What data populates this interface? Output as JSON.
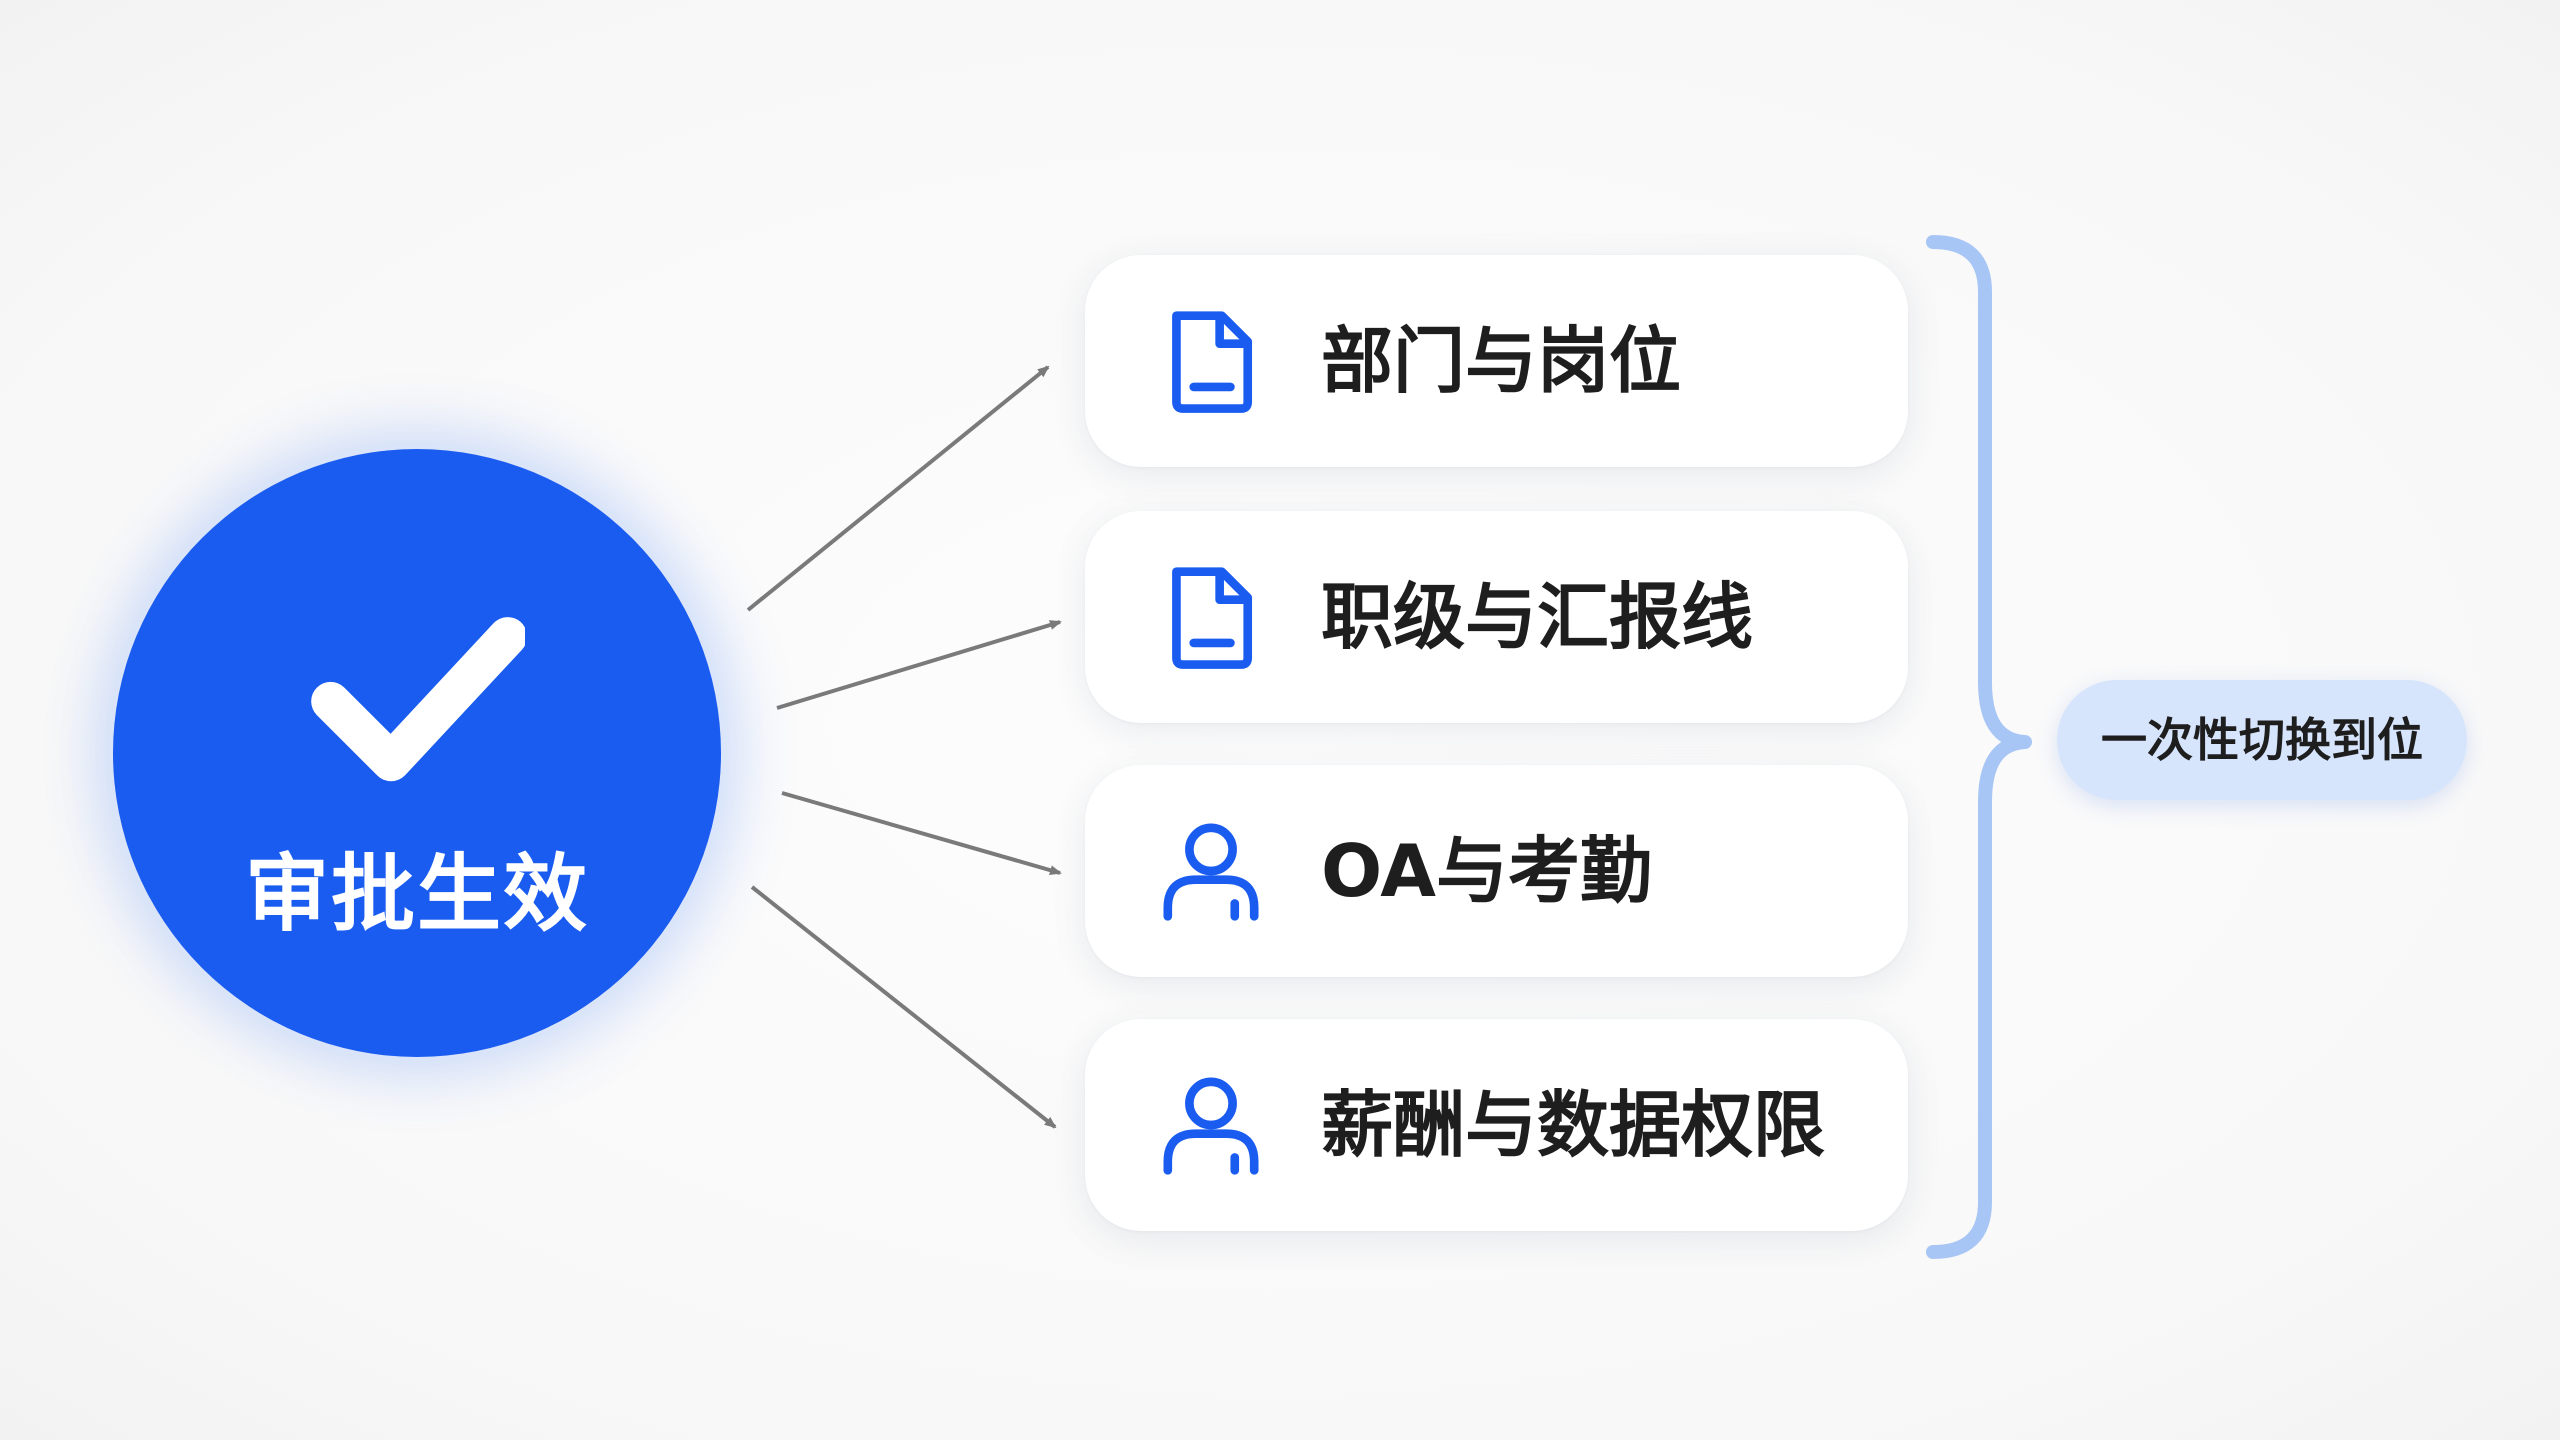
{
  "source": {
    "label": "审批生效",
    "icon": "checkmark-icon",
    "color": "#1a5cf0"
  },
  "targets": [
    {
      "label": "部门与岗位",
      "icon": "document-icon"
    },
    {
      "label": "职级与汇报线",
      "icon": "document-icon"
    },
    {
      "label": "OA与考勤",
      "icon": "user-icon"
    },
    {
      "label": "薪酬与数据权限",
      "icon": "user-icon"
    }
  ],
  "summary": {
    "label": "一次性切换到位",
    "bracket_color": "#a8c6f5"
  },
  "colors": {
    "accent": "#1a5cf0",
    "arrow": "#7a7a7a",
    "card_background": "#ffffff",
    "pill_background": "#d7e5fc"
  }
}
